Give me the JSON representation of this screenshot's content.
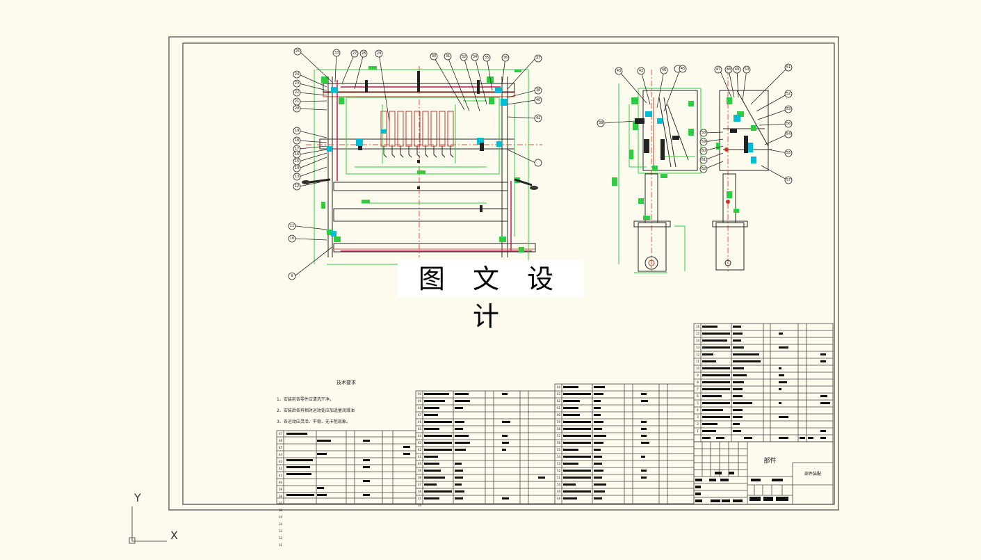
{
  "watermark": "图 文 设 计",
  "tech_requirements": {
    "title": "技术要求",
    "items": [
      "1、安装前各零件应清洗干净。",
      "2、安装后各有相对运动处应加适量润滑油",
      "3、各运动应灵活、平稳、无卡阻现象。"
    ]
  },
  "title_block": {
    "part_label": "部件",
    "sub_label": "部件装配"
  },
  "ucs": {
    "y_label": "Y",
    "x_label": "X"
  },
  "balloons_front": [
    "25",
    "33",
    "27",
    "28",
    "29",
    "24",
    "23",
    "22",
    "21",
    "20",
    "19",
    "18",
    "17",
    "16",
    "15",
    "14",
    "13",
    "12",
    "11",
    "10",
    "9",
    "30",
    "31",
    "32",
    "34",
    "35",
    "36",
    "37",
    "38",
    "40",
    "41"
  ],
  "balloons_side_a": [
    "43",
    "42",
    "46",
    "45",
    "39"
  ],
  "balloons_side_b": [
    "47",
    "48",
    "49",
    "50",
    "51",
    "52",
    "53",
    "56",
    "54",
    "55",
    "57",
    "58",
    "59",
    "60",
    "61",
    "62"
  ],
  "bom_table_1": [
    "47",
    "46",
    "45",
    "44",
    "43",
    "42",
    "41",
    "40",
    "39",
    "38",
    "37",
    "36",
    "35",
    "34",
    "33",
    "32",
    "31"
  ],
  "bom_table_2": [
    "50",
    "49",
    "48",
    "47",
    "46",
    "45",
    "44",
    "43",
    "42",
    "41",
    "40",
    "39",
    "38",
    "37",
    "36",
    "35",
    "34"
  ],
  "bom_table_3": [
    "64",
    "63",
    "62",
    "61",
    "60",
    "59",
    "58",
    "57",
    "56",
    "55",
    "54",
    "53",
    "52",
    "51",
    "50",
    "49",
    "48"
  ],
  "bom_table_4": [
    "16",
    "15",
    "14",
    "13",
    "12",
    "11",
    "10",
    "9",
    "8",
    "7",
    "6",
    "5",
    "4",
    "3",
    "2",
    "1"
  ]
}
